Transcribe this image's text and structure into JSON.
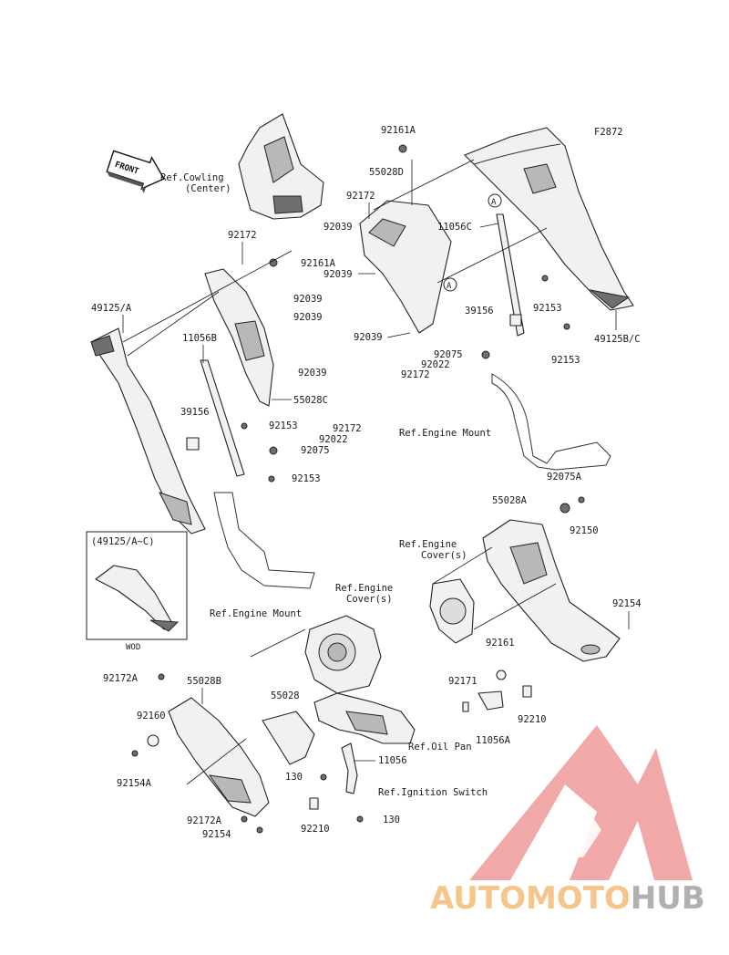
{
  "figure_code": "F2872",
  "front_arrow_label": "FRONT",
  "inset_caption": "(49125/A~C)",
  "inset_sublabel": "WOD",
  "callouts": {
    "ref_cowling": "Ref.Cowling",
    "ref_cowling_sub": "(Center)",
    "ref_engine_mount_left": "Ref.Engine Mount",
    "ref_engine_mount_right": "Ref.Engine Mount",
    "ref_engine_cover_left": "Ref.Engine",
    "ref_engine_cover_left_sub": "Cover(s)",
    "ref_engine_cover_mid": "Ref.Engine",
    "ref_engine_cover_mid_sub": "Cover(s)",
    "ref_oil_pan": "Ref.Oil Pan",
    "ref_ignition_switch": "Ref.Ignition Switch",
    "circle_a": "A"
  },
  "parts": {
    "p92161A_top": "92161A",
    "p55028D": "55028D",
    "p92172_top": "92172",
    "p92039_a": "92039",
    "p11056C": "11056C",
    "p92039_b": "92039",
    "p39156_r": "39156",
    "p92153_r1": "92153",
    "p92039_c": "92039",
    "p92075_r": "92075",
    "p92022_r": "92022",
    "p92172_r": "92172",
    "p92153_r2": "92153",
    "p49125BC": "49125B/C",
    "p92172_l": "92172",
    "p92161A_l": "92161A",
    "p49125A": "49125/A",
    "p92039_l1": "92039",
    "p92039_l2": "92039",
    "p11056B": "11056B",
    "p92039_l3": "92039",
    "p55028C": "55028C",
    "p39156_l": "39156",
    "p92153_l1": "92153",
    "p92172_l2": "92172",
    "p92022_l": "92022",
    "p92075_l": "92075",
    "p92153_l2": "92153",
    "p92075A": "92075A",
    "p55028A": "55028A",
    "p92150": "92150",
    "p92154_r": "92154",
    "p92161": "92161",
    "p92171": "92171",
    "p92210_r": "92210",
    "p11056A": "11056A",
    "p92172A_t": "92172A",
    "p55028B": "55028B",
    "p55028": "55028",
    "p92160": "92160",
    "p92154A": "92154A",
    "p11056": "11056",
    "p130_a": "130",
    "p130_b": "130",
    "p92210_b": "92210",
    "p92172A_b": "92172A",
    "p92154_b": "92154"
  },
  "watermark": {
    "part1": "AUTOMOTO",
    "part2": "HUB",
    "color_light": "#f5c58a",
    "color_dark": "#b0b0b0",
    "logo_color": "#ef9a9a"
  }
}
